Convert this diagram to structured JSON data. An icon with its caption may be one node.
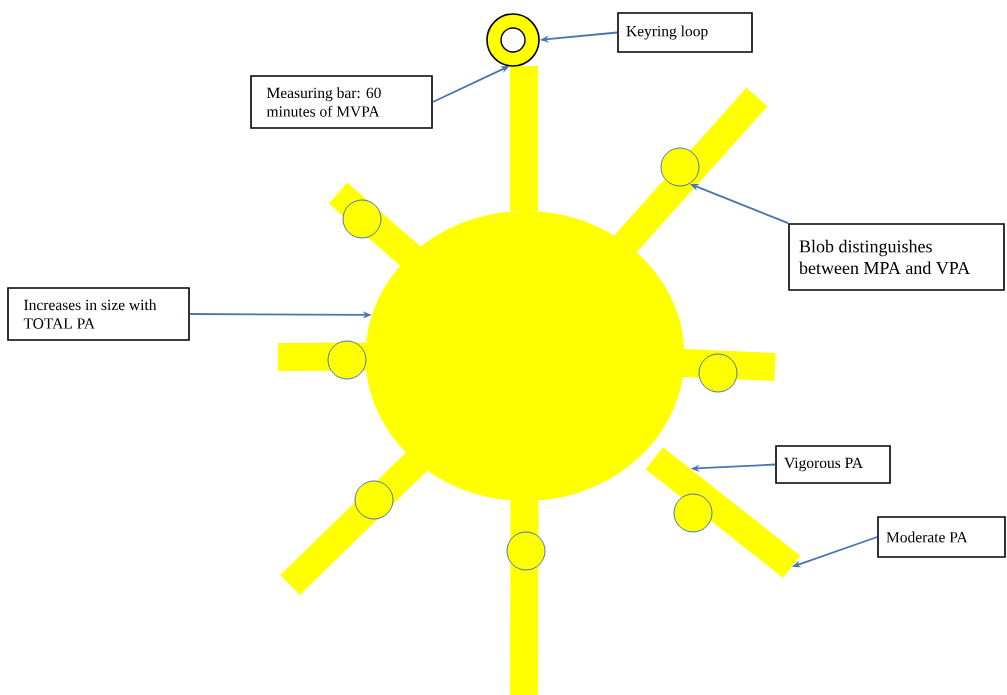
{
  "diagram": {
    "nodes": [
      {
        "text": [
          "Keyring loop"
        ]
      },
      {
        "text": [
          "Measuring bar: 60 minutes of MVPA"
        ]
      },
      {
        "text": [
          "Blob distinguishes between MPA and VPA"
        ]
      },
      {
        "text": [
          "Increases in size with TOTAL PA"
        ]
      },
      {
        "text": [
          "Vigorous PA"
        ]
      },
      {
        "text": [
          "Moderate PA"
        ]
      },
      {
        "text": [],
        "shape": "circle"
      },
      {
        "text": [],
        "shape": "bar"
      },
      {
        "text": [],
        "shape": "circle"
      },
      {
        "text": [],
        "shape": "bar"
      },
      {
        "text": [],
        "shape": "circle"
      },
      {
        "text": [],
        "shape": "circle"
      },
      {
        "text": [],
        "shape": "circle"
      },
      {
        "text": [],
        "shape": "circle"
      },
      {
        "text": [],
        "shape": "circle"
      },
      {
        "text": [],
        "shape": "circle"
      },
      {
        "text": [],
        "shape": "circle"
      }
    ],
    "edges": [
      {
        "from": 0,
        "to": 6,
        "arrow": "to"
      },
      {
        "from": 1,
        "to": 7,
        "arrow": "to"
      },
      {
        "from": 2,
        "to": 14,
        "arrow": "to"
      },
      {
        "from": 3,
        "to": 8,
        "arrow": "to"
      },
      {
        "from": 4,
        "to": 9,
        "arrow": "to"
      },
      {
        "from": 5,
        "to": 9,
        "arrow": "to"
      }
    ]
  }
}
